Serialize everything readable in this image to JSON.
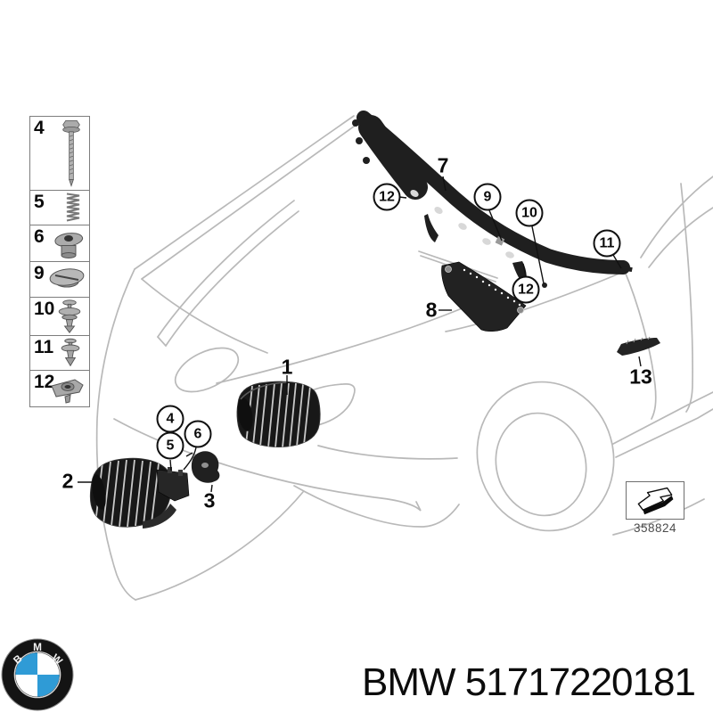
{
  "page": {
    "background": "#ffffff",
    "line_color": "#b9b9b9",
    "part_color": "#1f1f1f"
  },
  "legend": {
    "items": [
      {
        "label": "4",
        "icon": "hex-bolt-icon"
      },
      {
        "label": "5",
        "icon": "coil-spring-icon"
      },
      {
        "label": "6",
        "icon": "flanged-nut-icon"
      },
      {
        "label": "9",
        "icon": "cover-cap-icon"
      },
      {
        "label": "10",
        "icon": "expanding-rivet-icon"
      },
      {
        "label": "11",
        "icon": "expanding-rivet-small-icon"
      },
      {
        "label": "12",
        "icon": "clip-nut-icon"
      }
    ]
  },
  "callouts": {
    "circled": [
      {
        "label": "4"
      },
      {
        "label": "5"
      },
      {
        "label": "6"
      },
      {
        "label": "9"
      },
      {
        "label": "10"
      },
      {
        "label": "11"
      },
      {
        "label": "12"
      },
      {
        "label": "12"
      }
    ],
    "plain": [
      {
        "label": "1"
      },
      {
        "label": "2"
      },
      {
        "label": "3"
      },
      {
        "label": "7"
      },
      {
        "label": "8"
      },
      {
        "label": "13"
      }
    ]
  },
  "reference": {
    "code": "358824"
  },
  "footer": {
    "part_text": "BMW 51717220181"
  },
  "colors": {
    "roundel_blue": "#2f9bd6",
    "roundel_black": "#141414"
  }
}
